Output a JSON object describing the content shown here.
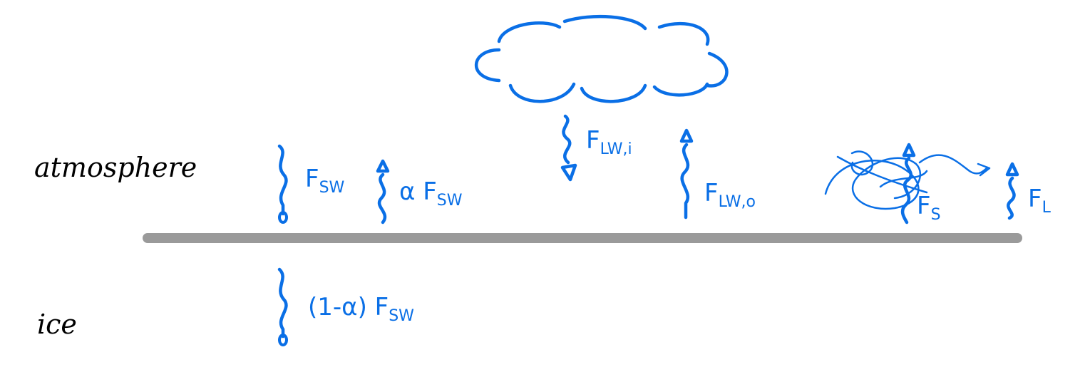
{
  "colors": {
    "ink_blue": "#0a6fe6",
    "ink_black": "#000000",
    "surface_gray": "#9a9a9a",
    "background": "#ffffff"
  },
  "layers": {
    "upper": "atmosphere",
    "lower": "ice"
  },
  "fluxes": {
    "sw_down": {
      "symbol": "F",
      "sub": "SW"
    },
    "sw_reflected": {
      "prefix": "α ",
      "symbol": "F",
      "sub": "SW"
    },
    "sw_transmitted": {
      "prefix": "(1-α) ",
      "symbol": "F",
      "sub": "SW"
    },
    "lw_in": {
      "symbol": "F",
      "sub": "LW,i"
    },
    "lw_out": {
      "symbol": "F",
      "sub": "LW,o"
    },
    "sensible": {
      "symbol": "F",
      "sub": "S"
    },
    "latent": {
      "symbol": "F",
      "sub": "L"
    }
  },
  "elements": {
    "cloud": "cloud-icon",
    "surface": "ice-atmosphere-interface",
    "wind": "turbulence-swirl-icon"
  }
}
